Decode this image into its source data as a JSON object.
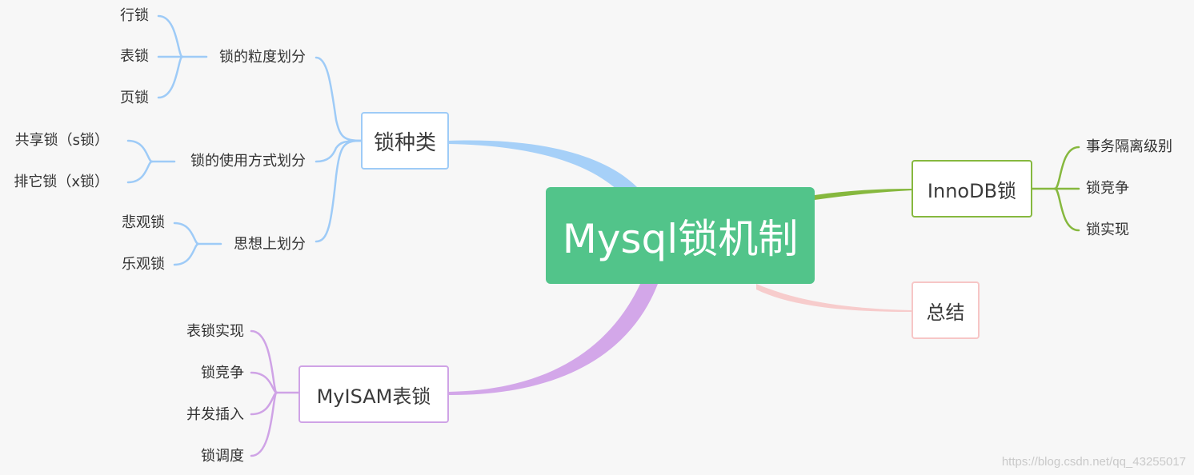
{
  "root": {
    "label": "Mysql锁机制",
    "color": "#52c48a"
  },
  "branches": {
    "lock_types": {
      "label": "锁种类",
      "color": "#9ecbf7",
      "groups": [
        {
          "label": "锁的粒度划分",
          "items": [
            "行锁",
            "表锁",
            "页锁"
          ]
        },
        {
          "label": "锁的使用方式划分",
          "items": [
            "共享锁（s锁）",
            "排它锁（x锁）"
          ]
        },
        {
          "label": "思想上划分",
          "items": [
            "悲观锁",
            "乐观锁"
          ]
        }
      ]
    },
    "myisam": {
      "label": "MyISAM表锁",
      "color": "#cfa3e6",
      "items": [
        "表锁实现",
        "锁竞争",
        "并发插入",
        "锁调度"
      ]
    },
    "innodb": {
      "label": "InnoDB锁",
      "color": "#86b83e",
      "items": [
        "事务隔离级别",
        "锁竞争",
        "锁实现"
      ]
    },
    "summary": {
      "label": "总结",
      "color": "#f7c6c6"
    }
  },
  "watermark": "https://blog.csdn.net/qq_43255017"
}
